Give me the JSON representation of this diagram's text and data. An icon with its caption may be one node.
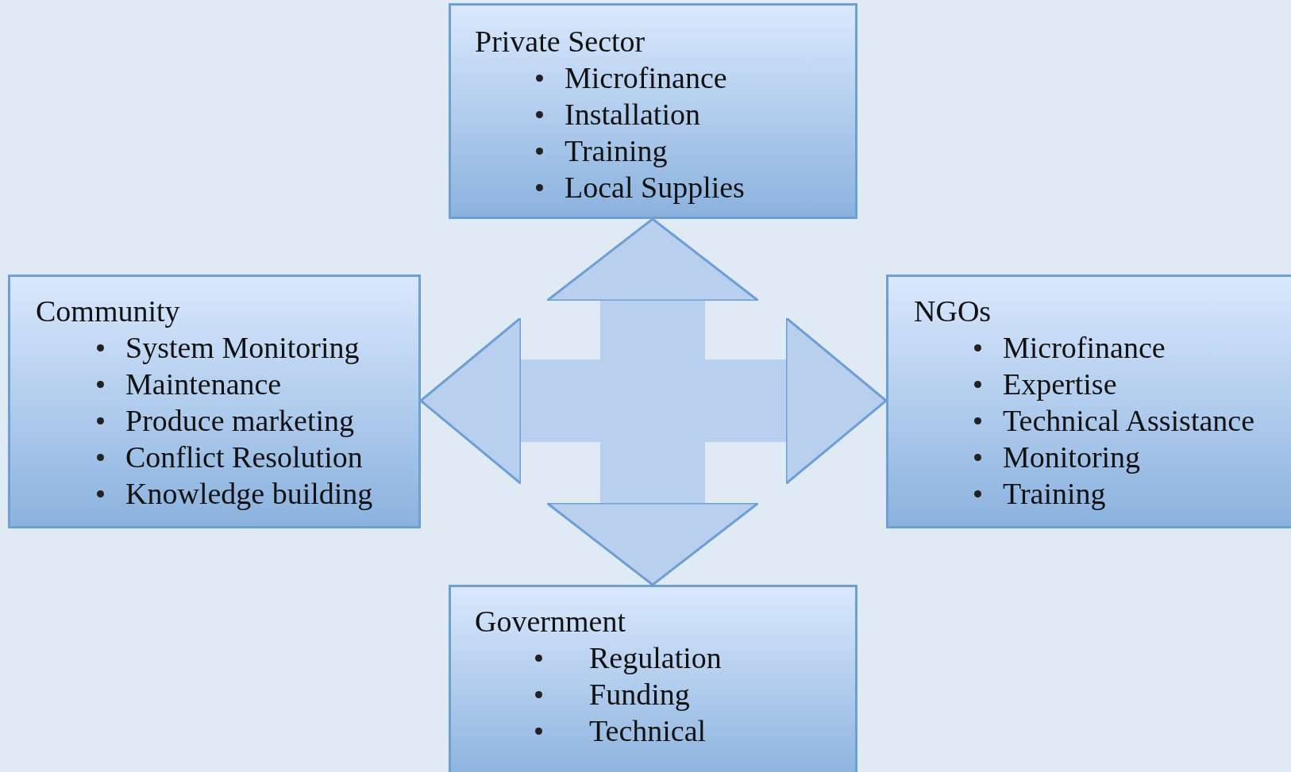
{
  "diagram": {
    "nodes": [
      {
        "text": [
          "Private Sector",
          "Microfinance",
          "Installation",
          "Training",
          "Local Supplies"
        ]
      },
      {
        "text": [
          "Community",
          "System Monitoring",
          "Maintenance",
          "Produce marketing",
          "Conflict Resolution",
          "Knowledge building"
        ]
      },
      {
        "text": [
          "NGOs",
          "Microfinance",
          "Expertise",
          "Technical Assistance",
          "Monitoring",
          "Training"
        ]
      },
      {
        "text": [
          "Government",
          "Regulation",
          "Funding",
          "Technical"
        ]
      }
    ],
    "edges": [
      {
        "from": 0,
        "to": 3,
        "arrow": "both"
      },
      {
        "from": 1,
        "to": 2,
        "arrow": "both"
      }
    ]
  }
}
